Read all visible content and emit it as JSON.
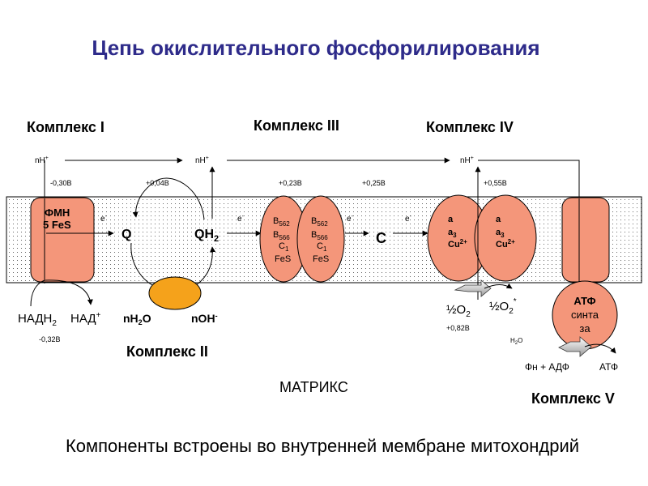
{
  "title": "Цепь окислительного фосфорилирования",
  "complexes": {
    "c1": "Комплекс I",
    "c2": "Комплекс II",
    "c3": "Комплекс III",
    "c4": "Комплекс IV",
    "c5": "Комплекс V"
  },
  "membrane": {
    "fmn_line1": "ФМН",
    "fmn_line2": "5 FeS",
    "q": "Q",
    "qh2": "QH",
    "qh2_sub": "2",
    "cyt_c": "C",
    "b562": "B",
    "b562_sub": "562",
    "b566": "B",
    "b566_sub": "566",
    "c1": "C",
    "c1_sub": "1",
    "fes": "FeS",
    "a": "a",
    "a3": "a",
    "a3_sub": "3",
    "cu": "Cu",
    "cu_sup": "2+",
    "electron": "e",
    "electron_sup": "-"
  },
  "protons": {
    "nh_main": "nH",
    "nh_sup": "+"
  },
  "potentials": {
    "p1": "-0,30В",
    "p2": "+0,04В",
    "p3": "+0,23В",
    "p4": "+0,25В",
    "p5": "+0,55В",
    "p6": "-0,32В",
    "p7": "+0,82В"
  },
  "matrix": {
    "nadh": "НАДН",
    "nadh_sub": "2",
    "nad": "НАД",
    "nad_sup": "+",
    "nh2o": "nH",
    "nh2o_sub": "2",
    "nh2o_tail": "O",
    "noh": "nOH",
    "noh_sup": "-",
    "half_o2": "½O",
    "half_o2_sub": "2",
    "half_o2_star": "½O",
    "half_o2_star_sub": "2",
    "half_o2_star_sup": "*",
    "h2o_small": "H",
    "h2o_small_sub": "2",
    "h2o_small_tail": "O",
    "fn_adp": "Фн + АДФ",
    "atp": "АТФ",
    "atp_synthase_1": "АТФ",
    "atp_synthase_2": "синта",
    "atp_synthase_3": "за",
    "matrix_label": "МАТРИКС"
  },
  "footer": "Компоненты встроены во внутренней мембране митохондрий",
  "colors": {
    "title": "#2e2b8a",
    "protein_fill": "#f4967a",
    "complex2_fill": "#f5a21b",
    "membrane_dots": "#555555"
  }
}
